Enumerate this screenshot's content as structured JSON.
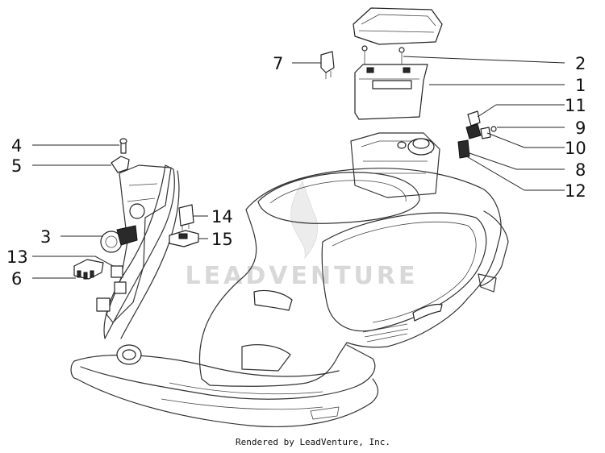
{
  "callouts": [
    {
      "id": "1",
      "label": "1"
    },
    {
      "id": "2",
      "label": "2"
    },
    {
      "id": "3",
      "label": "3"
    },
    {
      "id": "4",
      "label": "4"
    },
    {
      "id": "5",
      "label": "5"
    },
    {
      "id": "6",
      "label": "6"
    },
    {
      "id": "7",
      "label": "7"
    },
    {
      "id": "8",
      "label": "8"
    },
    {
      "id": "9",
      "label": "9"
    },
    {
      "id": "10",
      "label": "10"
    },
    {
      "id": "11",
      "label": "11"
    },
    {
      "id": "12",
      "label": "12"
    },
    {
      "id": "13",
      "label": "13"
    },
    {
      "id": "14",
      "label": "14"
    },
    {
      "id": "15",
      "label": "15"
    }
  ],
  "watermark": "LEADVENTURE",
  "footer": "Rendered by LeadVenture, Inc.",
  "colors": {
    "line": "#222222",
    "watermark": "#d8d8d8",
    "background": "#ffffff"
  }
}
